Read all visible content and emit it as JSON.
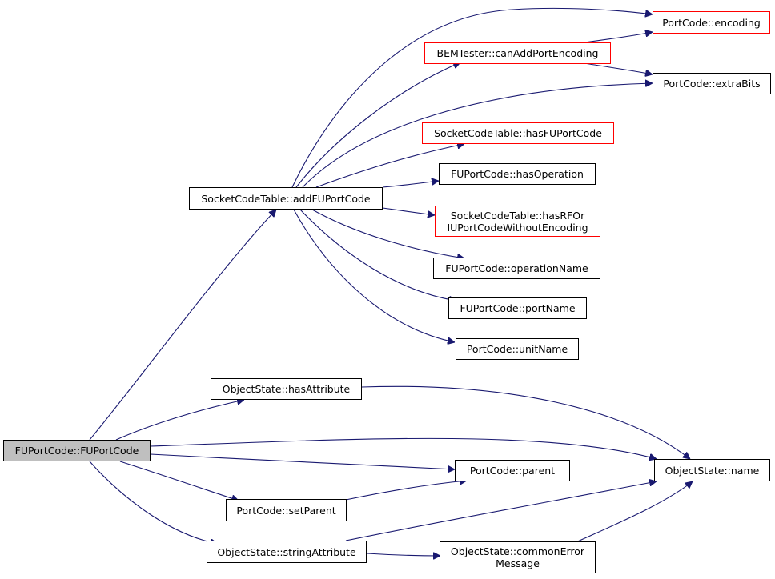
{
  "nodes": {
    "root": {
      "lines": [
        "FUPortCode::FUPortCode"
      ]
    },
    "addFUPortCode": {
      "lines": [
        "SocketCodeTable::addFUPortCode"
      ]
    },
    "canAddPortEncoding": {
      "lines": [
        "BEMTester::canAddPortEncoding"
      ]
    },
    "encoding": {
      "lines": [
        "PortCode::encoding"
      ]
    },
    "extraBits": {
      "lines": [
        "PortCode::extraBits"
      ]
    },
    "hasFUPortCode": {
      "lines": [
        "SocketCodeTable::hasFUPortCode"
      ]
    },
    "hasOperation": {
      "lines": [
        "FUPortCode::hasOperation"
      ]
    },
    "hasRFOr": {
      "lines": [
        "SocketCodeTable::hasRFOr",
        "IUPortCodeWithoutEncoding"
      ]
    },
    "operationName": {
      "lines": [
        "FUPortCode::operationName"
      ]
    },
    "portName": {
      "lines": [
        "FUPortCode::portName"
      ]
    },
    "unitName": {
      "lines": [
        "PortCode::unitName"
      ]
    },
    "hasAttribute": {
      "lines": [
        "ObjectState::hasAttribute"
      ]
    },
    "name": {
      "lines": [
        "ObjectState::name"
      ]
    },
    "parent": {
      "lines": [
        "PortCode::parent"
      ]
    },
    "setParent": {
      "lines": [
        "PortCode::setParent"
      ]
    },
    "stringAttribute": {
      "lines": [
        "ObjectState::stringAttribute"
      ]
    },
    "commonError": {
      "lines": [
        "ObjectState::commonError",
        "Message"
      ]
    }
  },
  "colors": {
    "edge": "#191970",
    "node_border": "#000000",
    "node_border_undocumented": "#ff0000",
    "root_fill": "#bfbfbf"
  }
}
